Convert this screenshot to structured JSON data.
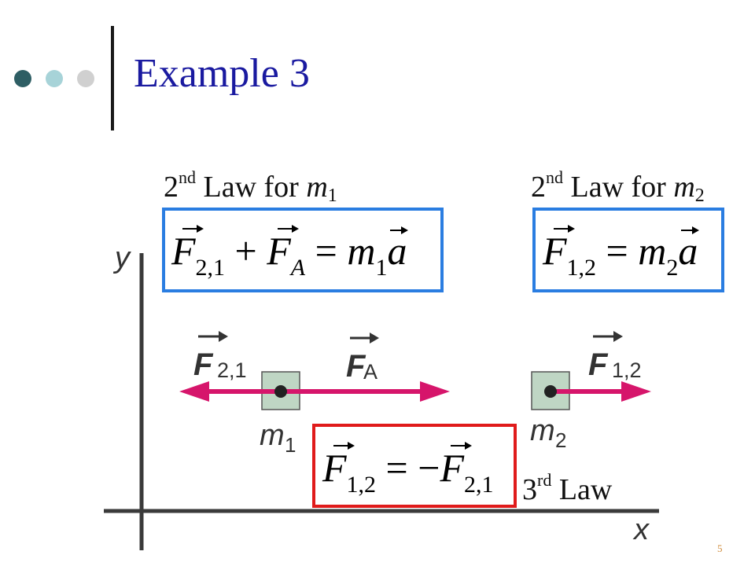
{
  "slide": {
    "title": "Example 3",
    "slide_number": "5"
  },
  "bullet_colors": [
    "#2e5e64",
    "#a7d3d8",
    "#d0d0d0"
  ],
  "law_labels": {
    "m1": {
      "prefix": "2",
      "sup": "nd",
      "text": " Law for ",
      "mass": "m",
      "sub": "1"
    },
    "m2": {
      "prefix": "2",
      "sup": "nd",
      "text": " Law for ",
      "mass": "m",
      "sub": "2"
    },
    "third": {
      "prefix": "3",
      "sup": "rd",
      "text": " Law"
    }
  },
  "equations": {
    "m1": {
      "f1": "F",
      "f1_sub": "2,1",
      "plus": "+",
      "f2": "F",
      "f2_sub": "A",
      "eq": "=",
      "m": "m",
      "m_sub": "1",
      "a": "a"
    },
    "m2": {
      "f": "F",
      "f_sub": "1,2",
      "eq": "=",
      "m": "m",
      "m_sub": "2",
      "a": "a"
    },
    "third": {
      "f1": "F",
      "f1_sub": "1,2",
      "eq": "= −",
      "f2": "F",
      "f2_sub": "2,1"
    }
  },
  "diagram": {
    "axis_y": "y",
    "axis_x": "x",
    "force_F21": {
      "sym": "F",
      "sub": "2,1"
    },
    "force_FA": {
      "sym": "F",
      "sub": "A"
    },
    "force_F12": {
      "sym": "F",
      "sub": "1,2"
    },
    "mass1": {
      "sym": "m",
      "sub": "1"
    },
    "mass2": {
      "sym": "m",
      "sub": "2"
    },
    "colors": {
      "arrow": "#d6156b",
      "block": "#bfd6c4",
      "axis": "#3a3a3a"
    }
  },
  "colors": {
    "title": "#1a1aa0",
    "box_blue": "#2a7de1",
    "box_red": "#e01b1b"
  }
}
